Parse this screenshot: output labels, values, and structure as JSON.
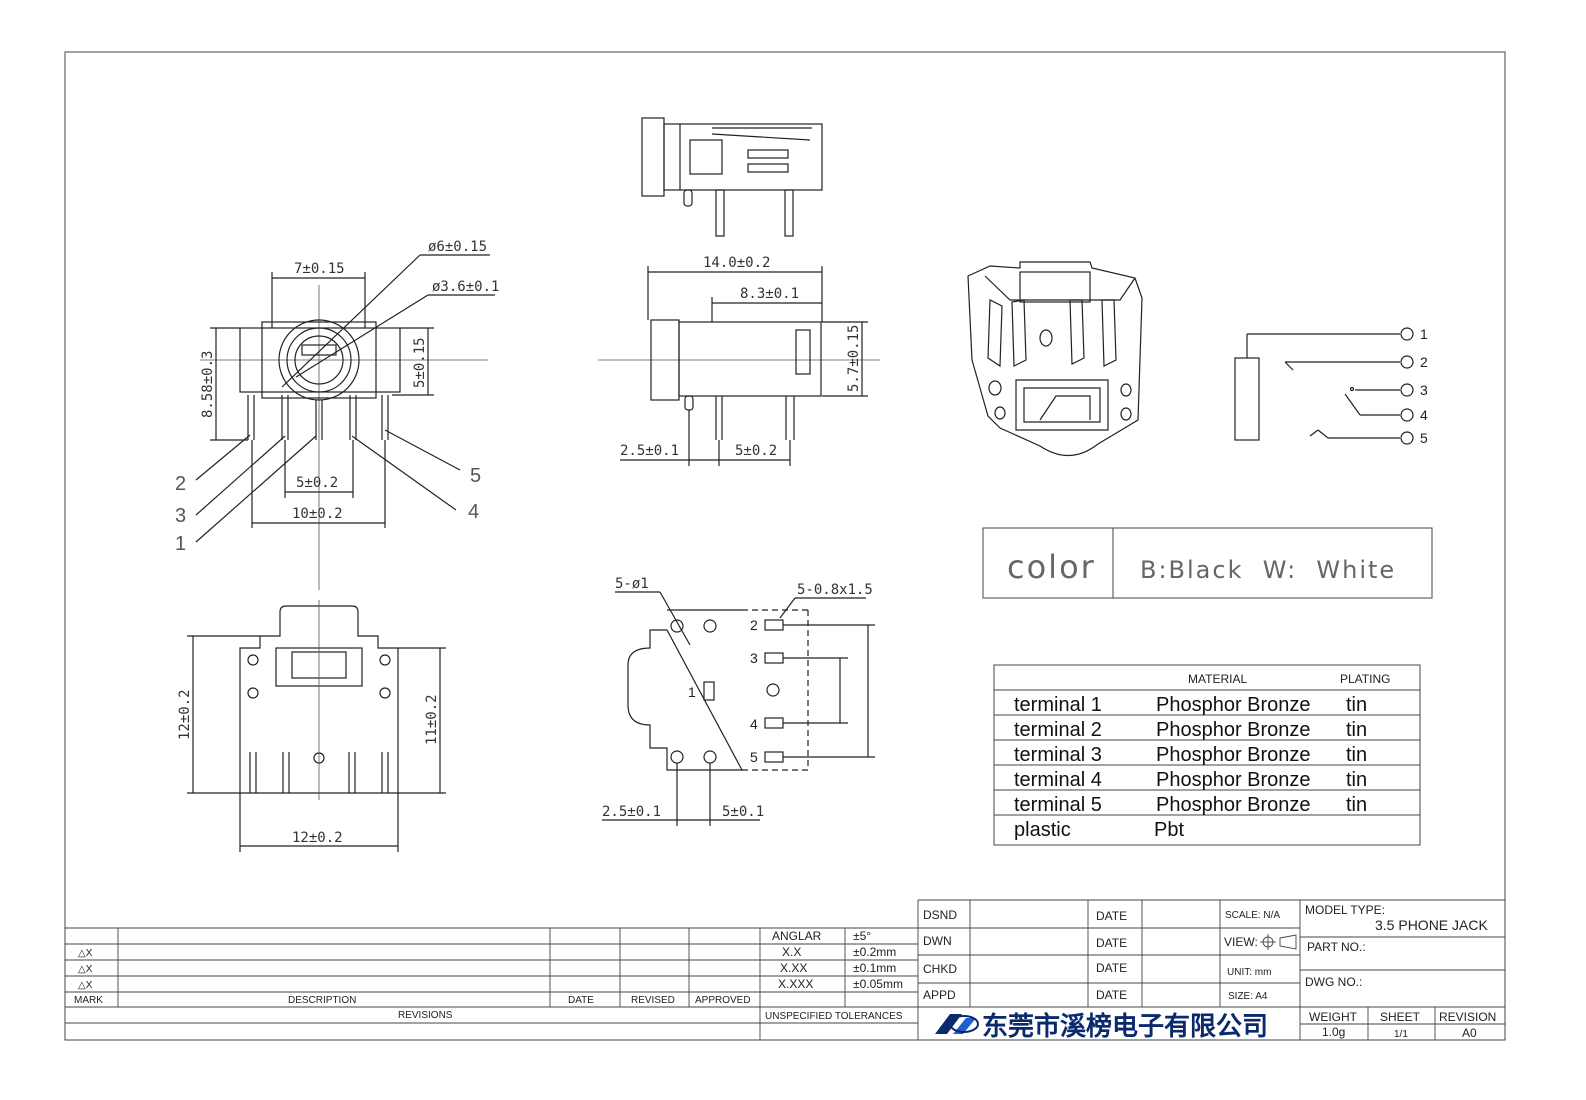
{
  "dimensions": {
    "front_width": "7±0.15",
    "front_height": "8.58±0.3",
    "front_center_h": "5±0.15",
    "dia_outer": "ø6±0.15",
    "dia_inner": "ø3.6±0.1",
    "pin_pitch": "5±0.2",
    "pin_span": "10±0.2",
    "side_length": "14.0±0.2",
    "side_inner": "8.3±0.1",
    "side_height": "5.7±0.15",
    "side_pin_offset": "2.5±0.1",
    "side_pin_pitch": "5±0.2",
    "bottom_height_left": "12±0.2",
    "bottom_height_right": "11±0.2",
    "bottom_width": "12±0.2",
    "pcb_holes": "5-ø1",
    "pcb_pads": "5-0.8x1.5",
    "pcb_offset": "2.5±0.1",
    "pcb_pitch": "5±0.1"
  },
  "pin_callouts": [
    "2",
    "3",
    "1",
    "5",
    "4"
  ],
  "pcb_pin_labels": [
    "2",
    "3",
    "1",
    "4",
    "5"
  ],
  "schematic_pins": [
    "1",
    "2",
    "3",
    "4",
    "5"
  ],
  "color_box": {
    "label": "color",
    "value": "B:Black  W:  White"
  },
  "material_table": {
    "headers": [
      "MATERIAL",
      "PLATING"
    ],
    "rows": [
      {
        "part": "terminal 1",
        "material": "Phosphor Bronze",
        "plating": "tin"
      },
      {
        "part": "terminal 2",
        "material": "Phosphor Bronze",
        "plating": "tin"
      },
      {
        "part": "terminal 3",
        "material": "Phosphor Bronze",
        "plating": "tin"
      },
      {
        "part": "terminal 4",
        "material": "Phosphor Bronze",
        "plating": "tin"
      },
      {
        "part": "terminal 5",
        "material": "Phosphor Bronze",
        "plating": "tin"
      },
      {
        "part": "plastic",
        "material": "Pbt",
        "plating": ""
      }
    ]
  },
  "revisions": {
    "marks": [
      "△X",
      "△X",
      "△X"
    ],
    "mark_header": "MARK",
    "description_header": "DESCRIPTION",
    "date_header": "DATE",
    "revised_header": "REVISED",
    "approved_header": "APPROVED",
    "footer": "REVISIONS"
  },
  "tolerances": {
    "rows": [
      {
        "key": "ANGLAR",
        "value": "±5°"
      },
      {
        "key": "X.X",
        "value": "±0.2mm"
      },
      {
        "key": "X.XX",
        "value": "±0.1mm"
      },
      {
        "key": "X.XXX",
        "value": "±0.05mm"
      }
    ],
    "footer": "UNSPECIFIED TOLERANCES"
  },
  "signoff": {
    "rows": [
      "DSND",
      "DWN",
      "CHKD",
      "APPD"
    ],
    "date_label": "DATE"
  },
  "title_block": {
    "scale": "SCALE: N/A",
    "view": "VIEW:",
    "unit": "UNIT: mm",
    "size": "SIZE: A4",
    "model_type_label": "MODEL TYPE:",
    "model_type": "3.5 PHONE JACK",
    "part_no_label": "PART NO.:",
    "dwg_no_label": "DWG NO.:",
    "weight_label": "WEIGHT",
    "weight": "1.0g",
    "sheet_label": "SHEET",
    "sheet": "1/1",
    "revision_label": "REVISION",
    "revision": "A0",
    "company": "东莞市溪榜电子有限公司"
  },
  "colors": {
    "line": "#222222",
    "logo": "#0b2a6e"
  }
}
